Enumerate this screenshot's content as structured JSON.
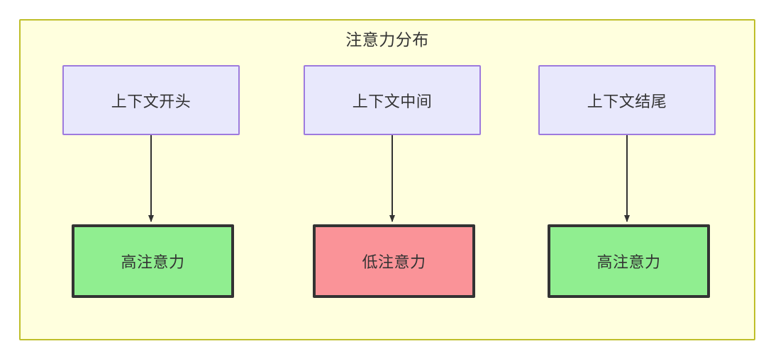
{
  "diagram": {
    "title": "注意力分布",
    "container": {
      "fill": "#ffffde",
      "stroke": "#bfbf2a"
    },
    "context_nodes": [
      {
        "id": "context-start",
        "label": "上下文开头",
        "fill": "#e8e8fc",
        "stroke": "#9d7ade"
      },
      {
        "id": "context-middle",
        "label": "上下文中间",
        "fill": "#e8e8fc",
        "stroke": "#9d7ade"
      },
      {
        "id": "context-end",
        "label": "上下文结尾",
        "fill": "#e8e8fc",
        "stroke": "#9d7ade"
      }
    ],
    "attention_nodes": [
      {
        "id": "attention-high-start",
        "label": "高注意力",
        "fill": "#90ee90",
        "stroke": "#333333"
      },
      {
        "id": "attention-low-middle",
        "label": "低注意力",
        "fill": "#fa9398",
        "stroke": "#333333"
      },
      {
        "id": "attention-high-end",
        "label": "高注意力",
        "fill": "#90ee90",
        "stroke": "#333333"
      }
    ],
    "edges": [
      {
        "from": "context-start",
        "to": "attention-high-start",
        "label": ""
      },
      {
        "from": "context-middle",
        "to": "attention-low-middle",
        "label": ""
      },
      {
        "from": "context-end",
        "to": "attention-high-end",
        "label": ""
      }
    ],
    "edge_color": "#333333"
  }
}
